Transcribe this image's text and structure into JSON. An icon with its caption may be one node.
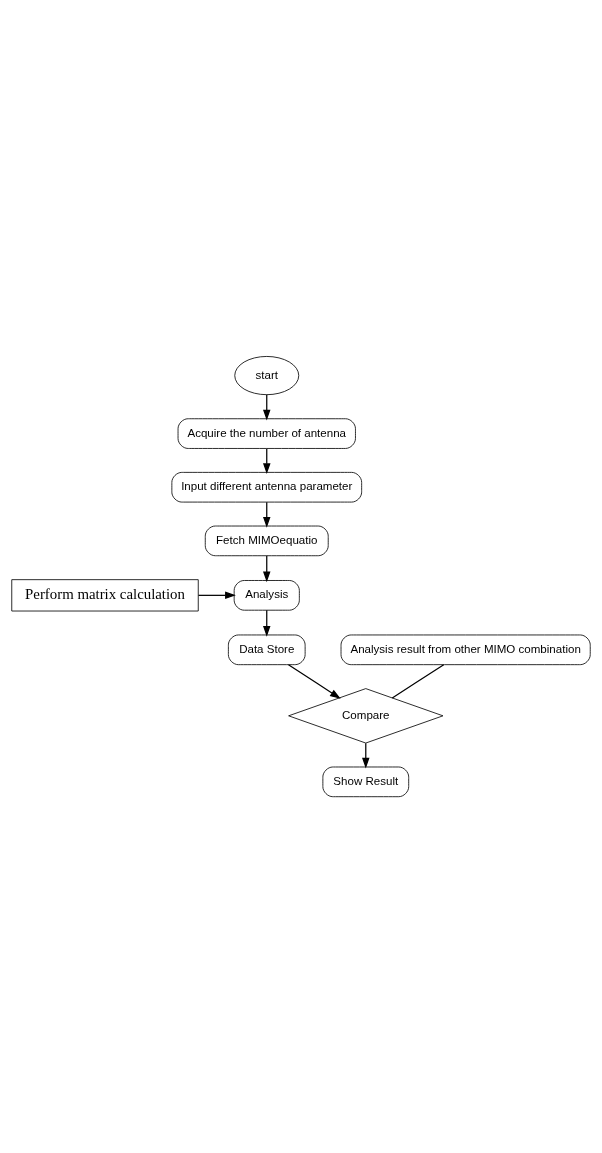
{
  "diagram": {
    "nodes": [
      {
        "text": [
          "start"
        ]
      },
      {
        "text": [
          "Acquire the number of antenna"
        ]
      },
      {
        "text": [
          "Input different antenna parameter"
        ]
      },
      {
        "text": [
          "Fetch MIMOequatio"
        ]
      },
      {
        "text": [
          "Perform matrix calculation"
        ]
      },
      {
        "text": [
          "Analysis"
        ]
      },
      {
        "text": [
          "Analysis result from other MIMO combination"
        ]
      },
      {
        "text": [
          "Data Store"
        ]
      },
      {
        "text": [
          "Compare"
        ]
      },
      {
        "text": [
          "Show Result"
        ]
      }
    ],
    "edges": [
      {
        "from": 0,
        "to": 1,
        "arrow": "to"
      },
      {
        "from": 1,
        "to": 2,
        "arrow": "to"
      },
      {
        "from": 2,
        "to": 3,
        "arrow": "to"
      },
      {
        "from": 3,
        "to": 5,
        "arrow": "to"
      },
      {
        "from": 4,
        "to": 5,
        "arrow": "to"
      },
      {
        "from": 5,
        "to": 7,
        "arrow": "to"
      },
      {
        "from": 6,
        "to": 8,
        "arrow": "none"
      },
      {
        "from": 7,
        "to": 8,
        "arrow": "to"
      },
      {
        "from": 8,
        "to": 9,
        "arrow": "to"
      }
    ]
  }
}
